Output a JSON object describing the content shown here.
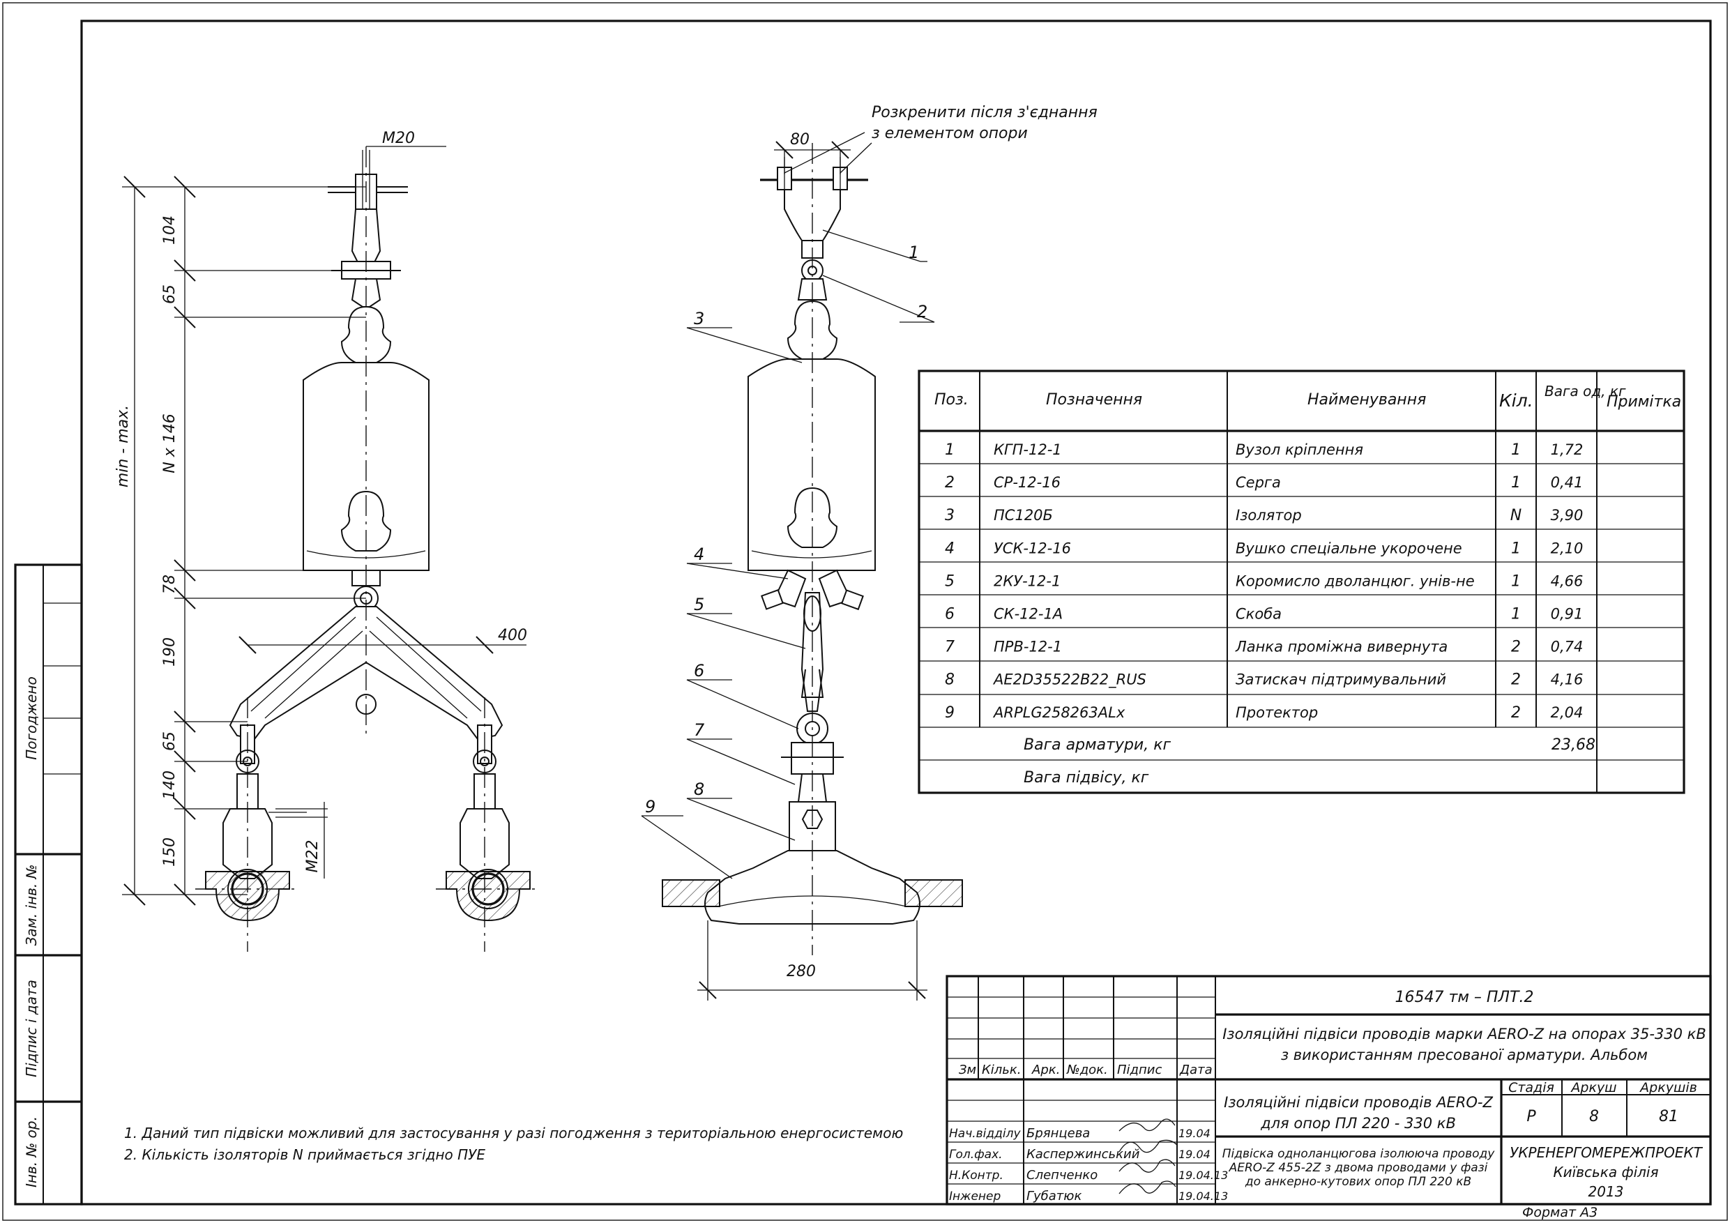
{
  "leader_note": [
    "Розкренити після з'єднання",
    "з елементом опори"
  ],
  "dimensions": {
    "m20": "M20",
    "m22": "M22",
    "d80": "80",
    "d400": "400",
    "d280": "280",
    "d104": "104",
    "d65a": "65",
    "nx146": "N x 146",
    "d78": "78",
    "d190": "190",
    "d65b": "65",
    "d140": "140",
    "d150": "150",
    "minmax": "min - max."
  },
  "callouts": [
    "1",
    "2",
    "3",
    "4",
    "5",
    "6",
    "7",
    "8",
    "9"
  ],
  "spec_table": {
    "headers": [
      "Поз.",
      "Позначення",
      "Найменування",
      "Кіл.",
      "Вага од, кг",
      "Примітка"
    ],
    "rows": [
      {
        "pos": "1",
        "code": "КГП-12-1",
        "name": "Вузол кріплення",
        "qty": "1",
        "weight": "1,72",
        "note": ""
      },
      {
        "pos": "2",
        "code": "СР-12-16",
        "name": "Серга",
        "qty": "1",
        "weight": "0,41",
        "note": ""
      },
      {
        "pos": "3",
        "code": "ПС120Б",
        "name": "Ізолятор",
        "qty": "N",
        "weight": "3,90",
        "note": ""
      },
      {
        "pos": "4",
        "code": "УСК-12-16",
        "name": "Вушко спеціальне укорочене",
        "qty": "1",
        "weight": "2,10",
        "note": ""
      },
      {
        "pos": "5",
        "code": "2КУ-12-1",
        "name": "Коромисло дволанцюг. унів-не",
        "qty": "1",
        "weight": "4,66",
        "note": ""
      },
      {
        "pos": "6",
        "code": "СК-12-1А",
        "name": "Скоба",
        "qty": "1",
        "weight": "0,91",
        "note": ""
      },
      {
        "pos": "7",
        "code": "ПРВ-12-1",
        "name": "Ланка проміжна вивернута",
        "qty": "2",
        "weight": "0,74",
        "note": ""
      },
      {
        "pos": "8",
        "code": "AE2D35522B22_RUS",
        "name": "Затискач підтримувальний",
        "qty": "2",
        "weight": "4,16",
        "note": ""
      },
      {
        "pos": "9",
        "code": "ARPLG258263ALx",
        "name": "Протектор",
        "qty": "2",
        "weight": "2,04",
        "note": ""
      }
    ],
    "total_fittings_label": "Вага арматури, кг",
    "total_fittings_value": "23,68",
    "total_suspension_label": "Вага підвісу, кг",
    "total_suspension_value": ""
  },
  "notes": [
    "1. Даний тип підвіски можливий для застосування у разі погодження з територіальною енергосистемою",
    "2. Кількість ізоляторів N приймається згідно ПУЕ"
  ],
  "side_stamp": {
    "approved": "Погоджено",
    "replaced_inv": "Зам. інв. №",
    "sign_date": "Підпис і дата",
    "inv_orig": "Інв. № ор."
  },
  "title_block": {
    "doc_number": "16547 тм – ПЛТ.2",
    "project_title": [
      "Ізоляційні підвіси проводів марки AERO-Z на опорах 35-330 кВ",
      "з використанням пресованої арматури. Альбом"
    ],
    "rev_headers": [
      "Зм",
      "Кільк.",
      "Арк.",
      "№док.",
      "Підпис",
      "Дата"
    ],
    "section_title": [
      "Ізоляційні підвіси проводів AERO-Z",
      "для опор ПЛ 220 - 330 кВ"
    ],
    "stage_label": "Стадія",
    "sheet_label": "Аркуш",
    "sheets_label": "Аркушів",
    "stage": "Р",
    "sheet": "8",
    "sheets": "81",
    "staff": [
      {
        "role": "Нач.відділу",
        "name": "Брянцева",
        "date": "19.04"
      },
      {
        "role": "Гол.фах.",
        "name": "Каспержинський",
        "date": "19.04"
      },
      {
        "role": "Н.Контр.",
        "name": "Слепченко",
        "date": "19.04.13"
      },
      {
        "role": "Інженер",
        "name": "Губатюк",
        "date": "19.04.13"
      }
    ],
    "drawing_desc": [
      "Підвіска одноланцюгова ізолююча проводу",
      "AERO-Z 455-2Z з двома проводами у фазі",
      "до анкерно-кутових опор ПЛ 220 кВ"
    ],
    "org": [
      "УКРЕНЕРГОМЕРЕЖПРОЕКТ",
      "Київська філія",
      "2013"
    ],
    "format": "Формат А3"
  }
}
